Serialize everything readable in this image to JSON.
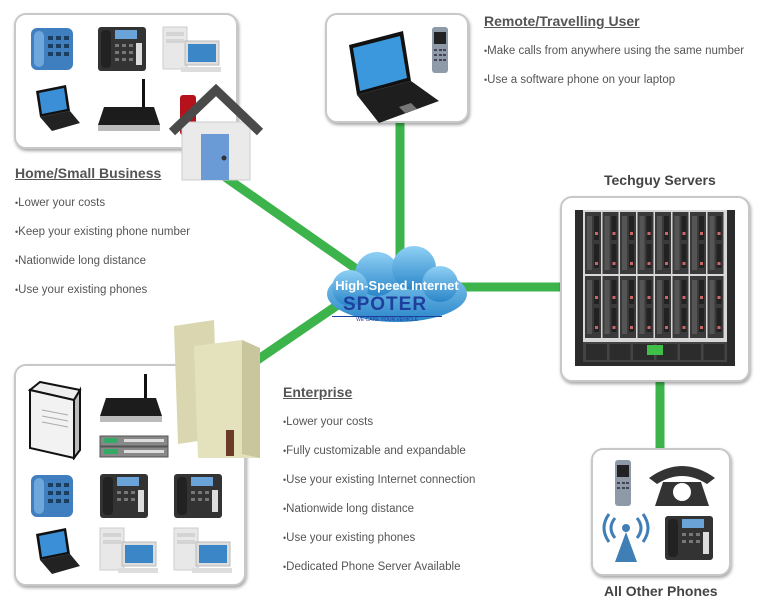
{
  "diagram": {
    "link_color": "#3cb44b",
    "center": {
      "label": "High-Speed Internet",
      "watermark": "SPOTER",
      "watermark_tagline": "WE CARE YOUR VEHICLE"
    },
    "home": {
      "title": "Home/Small Business",
      "bullets": [
        "Lower your costs",
        "Keep your existing phone number",
        "Nationwide long distance",
        "Use your existing phones"
      ],
      "devices": [
        "desk-phone-icon",
        "ip-phone-icon",
        "desktop-computer-icon",
        "laptop-icon",
        "router-icon",
        "fax-icon",
        "house-icon"
      ]
    },
    "remote": {
      "title": "Remote/Travelling User",
      "bullets": [
        "Make calls from anywhere using the same number",
        "Use a software phone on your laptop"
      ],
      "devices": [
        "laptop-icon",
        "mobile-phone-icon"
      ]
    },
    "servers": {
      "title": "Techguy Servers",
      "devices": [
        "blade-server-rack-icon"
      ]
    },
    "enterprise": {
      "title": "Enterprise",
      "bullets": [
        "Lower your costs",
        "Fully customizable and expandable",
        "Use your existing Internet connection",
        "Nationwide long distance",
        "Use your existing phones",
        "Dedicated Phone Server Available"
      ],
      "devices": [
        "server-tower-icon",
        "router-icon",
        "network-switch-icon",
        "desk-phone-icon",
        "ip-phone-icon",
        "ip-phone-icon",
        "laptop-icon",
        "desktop-computer-icon",
        "desktop-computer-icon",
        "office-building-icon"
      ]
    },
    "other_phones": {
      "title": "All Other Phones",
      "devices": [
        "mobile-phone-icon",
        "rotary-phone-icon",
        "wireless-tower-icon",
        "ip-phone-icon"
      ]
    }
  }
}
